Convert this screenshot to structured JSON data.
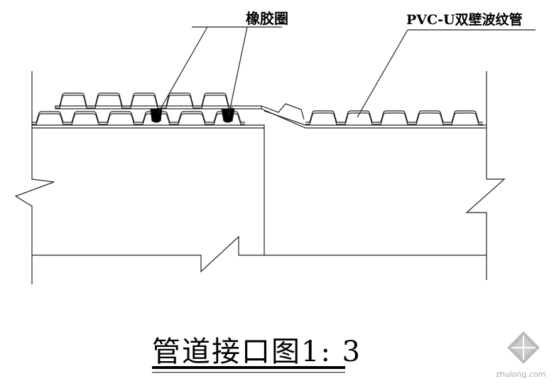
{
  "labels": {
    "rubber_ring": "橡胶圈",
    "pipe": "PVC-U双壁波纹管"
  },
  "title": "管道接口图1: 3",
  "watermark": {
    "text": "zhulong.com"
  },
  "colors": {
    "line": "#222222",
    "ring": "#000000",
    "watermark": "#aaaaaa"
  }
}
